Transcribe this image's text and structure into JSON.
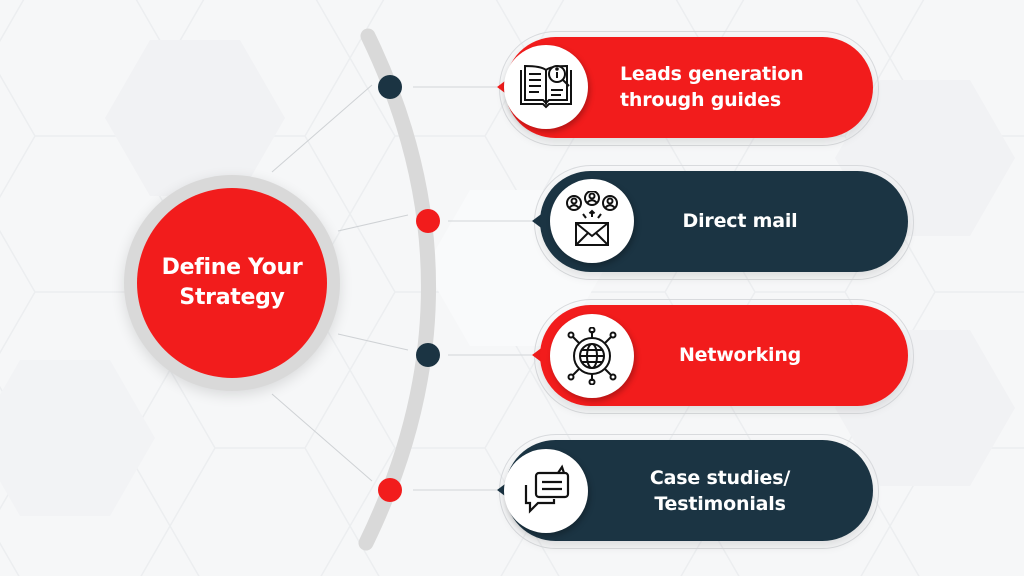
{
  "center": {
    "title": "Define Your Strategy",
    "color": "#f21c1c",
    "ring_color": "#d9d9d9"
  },
  "colors": {
    "red": "#f21c1c",
    "navy": "#1b3443",
    "arc": "#d9d9d9",
    "background": "#f6f7f8"
  },
  "items": [
    {
      "label": "Leads generation through guides",
      "line1": "Leads generation",
      "line2": "through guides",
      "color": "red",
      "dot_color": "navy",
      "icon": "book-info-icon"
    },
    {
      "label": "Direct mail",
      "line1": "Direct mail",
      "line2": "",
      "color": "navy",
      "dot_color": "red",
      "icon": "mail-users-icon"
    },
    {
      "label": "Networking",
      "line1": "Networking",
      "line2": "",
      "color": "red",
      "dot_color": "navy",
      "icon": "globe-network-icon"
    },
    {
      "label": "Case studies/ Testimonials",
      "line1": "Case studies/",
      "line2": "Testimonials",
      "color": "navy",
      "dot_color": "red",
      "icon": "chat-bubbles-icon"
    }
  ]
}
